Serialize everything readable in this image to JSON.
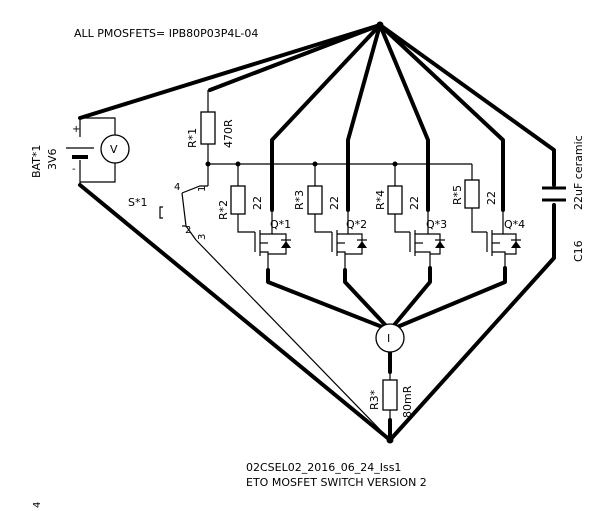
{
  "header_note": "ALL PMOSFETS= IPB80P03P4L-04",
  "footer": {
    "line1": "02CSEL02_2016_06_24_Iss1",
    "line2": "ETO MOSFET SWITCH VERSION 2"
  },
  "battery": {
    "ref": "BAT*1",
    "value": "3V6",
    "plus": "+",
    "minus": "-"
  },
  "voltmeter": {
    "symbol": "V"
  },
  "ammeter": {
    "symbol": "I"
  },
  "switch": {
    "ref": "S*1",
    "pin1": "1",
    "pin2": "2",
    "pin3": "3",
    "pin4": "4"
  },
  "resistors": {
    "r1": {
      "ref": "R*1",
      "value": "470R"
    },
    "r2": {
      "ref": "R*2",
      "value": "22"
    },
    "r3": {
      "ref": "R*3",
      "value": "22"
    },
    "r4": {
      "ref": "R*4",
      "value": "22"
    },
    "r5": {
      "ref": "R*5",
      "value": "22"
    },
    "rsense": {
      "ref": "R3*",
      "value": "80mR"
    }
  },
  "mosfets": [
    "Q*1",
    "Q*2",
    "Q*3",
    "Q*4"
  ],
  "capacitor": {
    "ref": "C16",
    "value": "22uF ceramic"
  },
  "corner_mark": "4"
}
